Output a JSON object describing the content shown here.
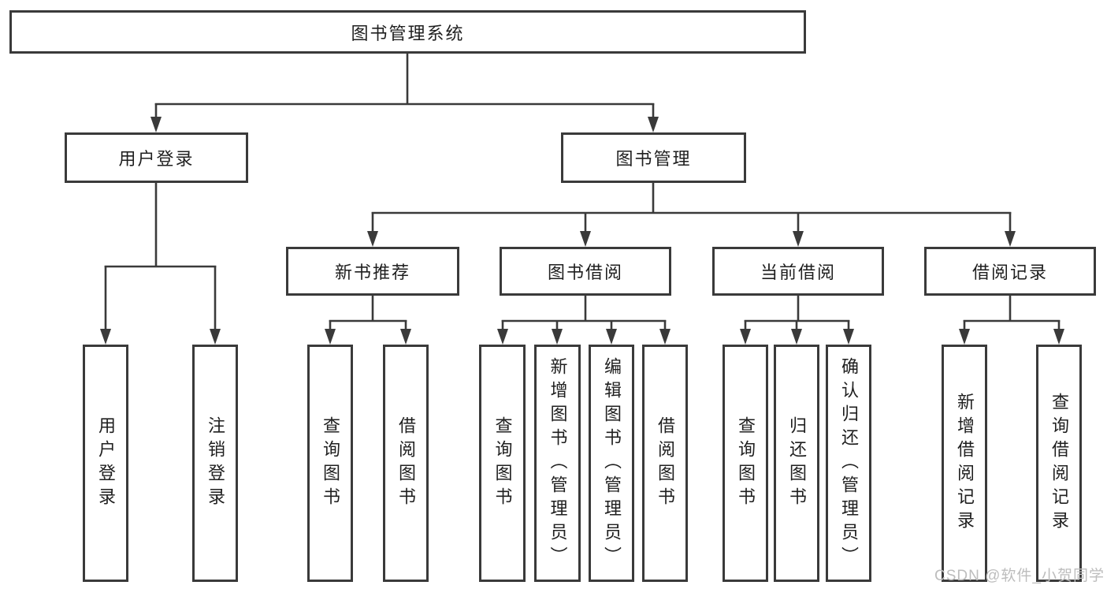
{
  "colors": {
    "line": "#3a3a3a",
    "box_border": "#3a3a3a",
    "box_fill": "#ffffff",
    "text": "#1f1f1f",
    "watermark": "#bdbdbd",
    "background": "#ffffff"
  },
  "tree": {
    "root": {
      "label": "图书管理系统"
    },
    "branches": [
      {
        "label": "用户登录",
        "children": [
          {
            "label": "用户登录"
          },
          {
            "label": "注销登录"
          }
        ]
      },
      {
        "label": "图书管理",
        "children": [
          {
            "label": "新书推荐",
            "children": [
              {
                "label": "查询图书"
              },
              {
                "label": "借阅图书"
              }
            ]
          },
          {
            "label": "图书借阅",
            "children": [
              {
                "label": "查询图书"
              },
              {
                "label": "新增图书（管理员）"
              },
              {
                "label": "编辑图书（管理员）"
              },
              {
                "label": "借阅图书"
              }
            ]
          },
          {
            "label": "当前借阅",
            "children": [
              {
                "label": "查询图书"
              },
              {
                "label": "归还图书"
              },
              {
                "label": "确认归还（管理员）"
              }
            ]
          },
          {
            "label": "借阅记录",
            "children": [
              {
                "label": "新增借阅记录"
              },
              {
                "label": "查询借阅记录"
              }
            ]
          }
        ]
      }
    ]
  },
  "watermark": "CSDN @软件_小贺同学"
}
